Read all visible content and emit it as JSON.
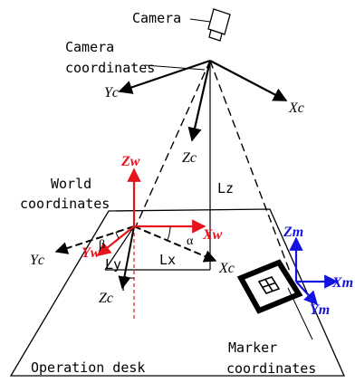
{
  "labels": {
    "camera": "Camera",
    "camera_coords_line1": "Camera",
    "camera_coords_line2": "coordinates",
    "world_coords_line1": "World",
    "world_coords_line2": "coordinates",
    "marker_coords_line1": "Marker",
    "marker_coords_line2": "coordinates",
    "operation_desk": "Operation desk",
    "lz": "Lz",
    "lx": "Lx",
    "ly": "Ly",
    "alpha": "α",
    "beta": "β",
    "gamma": "γ"
  },
  "camera_axes": {
    "yc": "Yc",
    "xc": "Xc",
    "zc": "Zc"
  },
  "world_axes": {
    "zw": "Zw",
    "xw": "Xw",
    "yw": "Yw",
    "yc": "Yc",
    "xc": "Xc",
    "zc": "Zc"
  },
  "marker_axes": {
    "zm": "Zm",
    "xm": "Xm",
    "ym": "Ym"
  },
  "colors": {
    "world_axis": "#e8141b",
    "marker_axis": "#1414e0",
    "line": "#000000"
  }
}
